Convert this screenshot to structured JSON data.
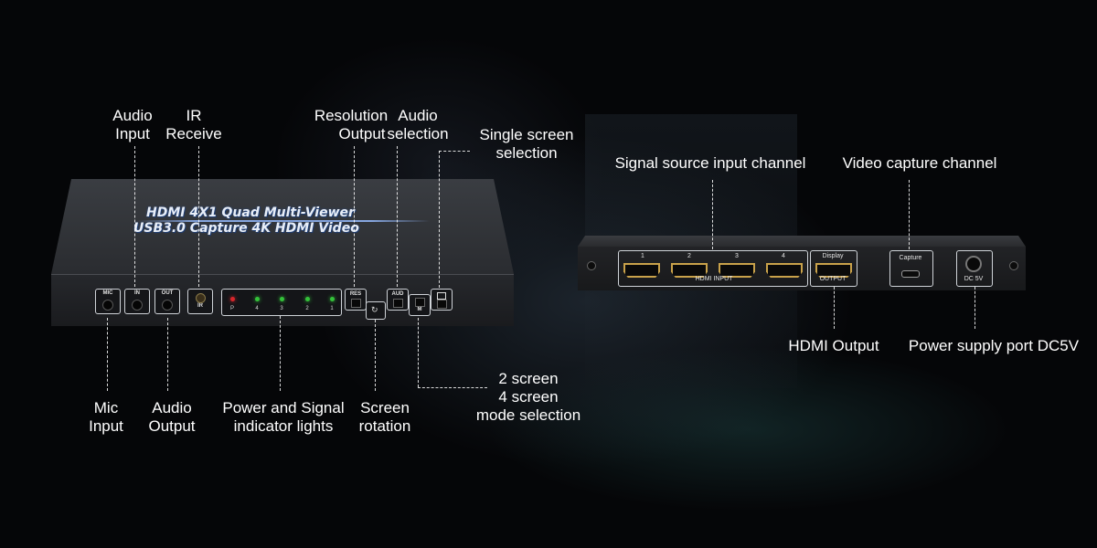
{
  "front_device": {
    "title_line1": "HDMI 4X1 Quad Multi-Viewer",
    "title_line2": "USB3.0 Capture 4K HDMI Video",
    "ports": [
      "MIC",
      "IN",
      "OUT",
      "IR"
    ],
    "led_labels": [
      "P",
      "4",
      "3",
      "2",
      "1"
    ],
    "led_colors": [
      "#d8262b",
      "#34c23a",
      "#34c23a",
      "#34c23a",
      "#34c23a"
    ],
    "buttons": [
      "RES",
      "AUD",
      "M"
    ]
  },
  "rear_device": {
    "hdmi_input_numbers": [
      "1",
      "2",
      "3",
      "4"
    ],
    "hdmi_input_label": "HDMI INPUT",
    "display_label": "Display",
    "output_label": "OUTPUT",
    "capture_label": "Capture",
    "dc_label": "DC 5V"
  },
  "callouts": {
    "audio_input": [
      "Audio",
      "Input"
    ],
    "ir_receive": [
      "IR",
      "Receive"
    ],
    "resolution_output": [
      "Resolution",
      "Output"
    ],
    "audio_selection": [
      "Audio",
      "selection"
    ],
    "single_screen": [
      "Single screen",
      "selection"
    ],
    "mic_input": [
      "Mic",
      "Input"
    ],
    "audio_output": [
      "Audio",
      "Output"
    ],
    "power_signal": [
      "Power and Signal",
      "indicator lights"
    ],
    "screen_rotation": [
      "Screen",
      "rotation"
    ],
    "mode_selection": [
      "2 screen",
      "4 screen",
      "mode selection"
    ],
    "signal_source": "Signal source input channel",
    "video_capture": "Video capture channel",
    "hdmi_output": "HDMI Output",
    "power_supply": "Power supply port DC5V"
  }
}
